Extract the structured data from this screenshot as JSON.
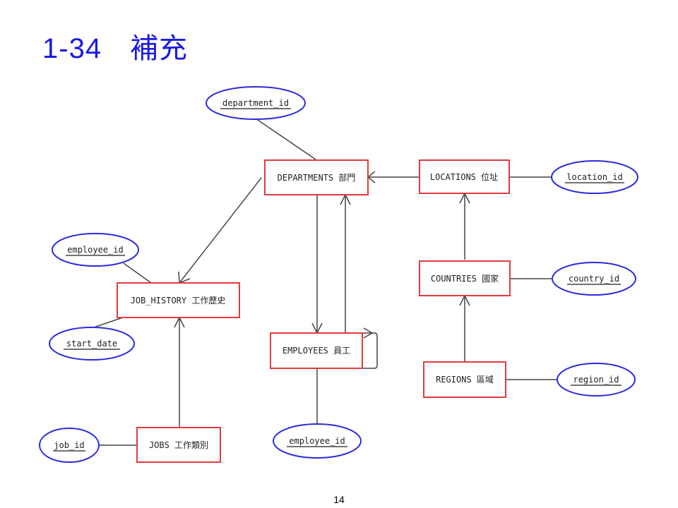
{
  "slide": {
    "title_number": "1-34",
    "title_text": "補充",
    "page_number": "14"
  },
  "colors": {
    "title": "#1a1ae6",
    "entity_border": "#e23b3b",
    "attribute_border": "#2a2ae0",
    "line": "#444444"
  },
  "entities": {
    "departments": "DEPARTMENTS 部門",
    "locations": "LOCATIONS 位址",
    "countries": "COUNTRIES 國家",
    "regions": "REGIONS 區域",
    "job_history": "JOB_HISTORY 工作歷史",
    "employees": "EMPLOYEES 員工",
    "jobs": "JOBS 工作類別"
  },
  "attributes": {
    "department_id": "department_id",
    "location_id": "location_id",
    "country_id": "country_id",
    "region_id": "region_id",
    "employee_id_history": "employee_id",
    "start_date": "start_date",
    "job_id": "job_id",
    "employee_id": "employee_id"
  }
}
